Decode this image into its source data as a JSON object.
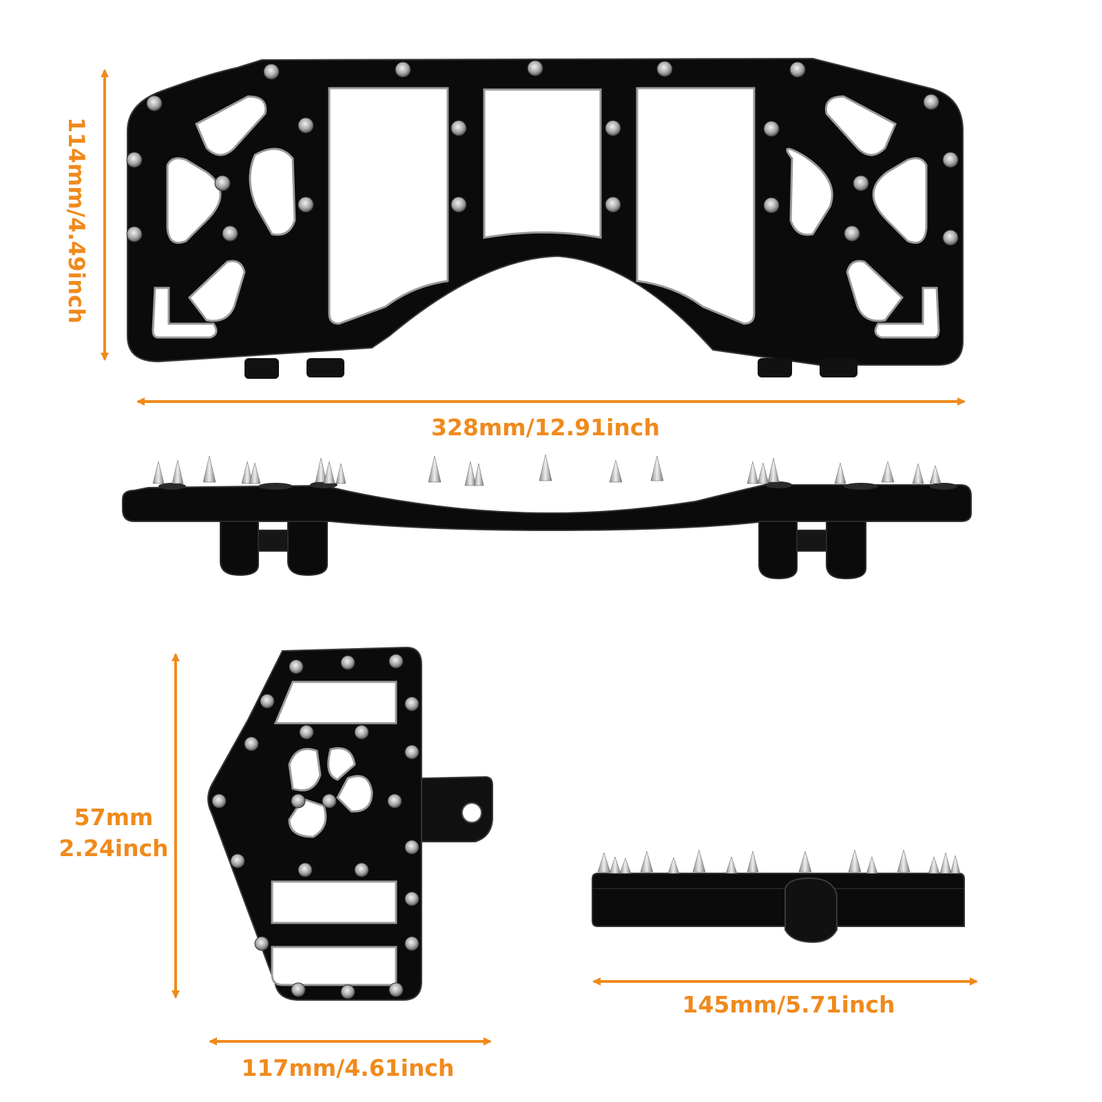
{
  "colors": {
    "accent": "#F08A1C",
    "part": "#0b0b0b",
    "part_edge": "#2a2a2a",
    "metal": "#bdbdbd",
    "background": "#ffffff"
  },
  "dimensions": {
    "top_height": "114mm/4.49inch",
    "top_width": "328mm/12.91inch",
    "peg_height_mm": "57mm",
    "peg_height_in": "2.24inch",
    "peg_width": "117mm/4.61inch",
    "side_width": "145mm/5.71inch"
  },
  "views": [
    {
      "name": "top-view-floorboard"
    },
    {
      "name": "side-view-floorboard"
    },
    {
      "name": "top-view-peg"
    },
    {
      "name": "side-view-peg"
    }
  ]
}
